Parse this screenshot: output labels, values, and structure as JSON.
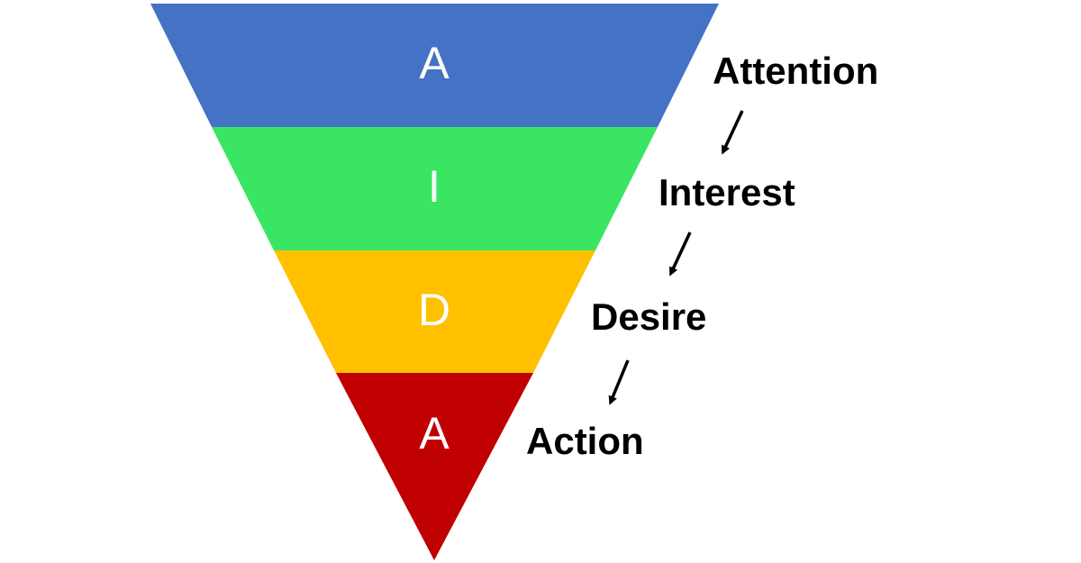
{
  "funnel": {
    "segments": [
      {
        "letter": "A",
        "color": "#4472C4"
      },
      {
        "letter": "I",
        "color": "#3BE564"
      },
      {
        "letter": "D",
        "color": "#FFC000"
      },
      {
        "letter": "A",
        "color": "#C00000"
      }
    ]
  },
  "stages": [
    {
      "label": "Attention"
    },
    {
      "label": "Interest"
    },
    {
      "label": "Desire"
    },
    {
      "label": "Action"
    }
  ],
  "arrow_color": "#000000"
}
